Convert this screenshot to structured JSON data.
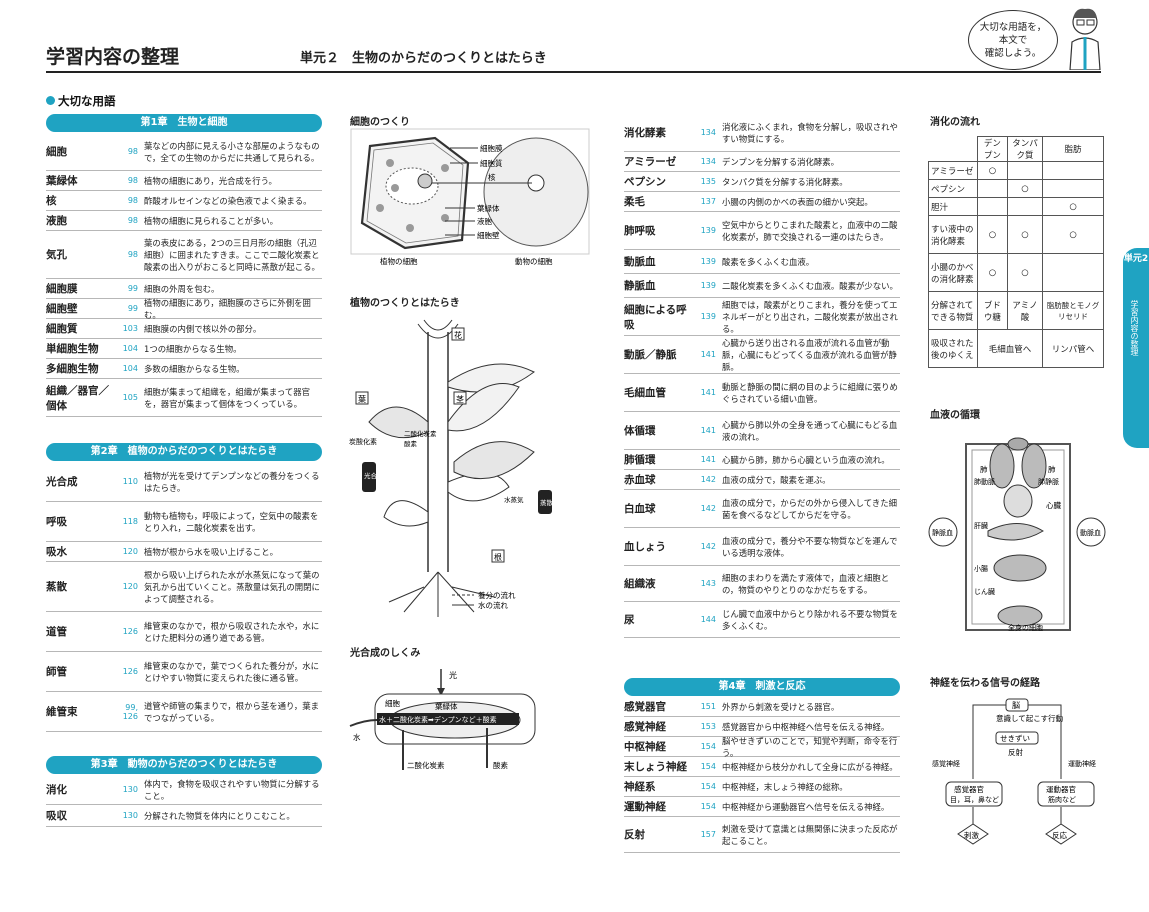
{
  "header": {
    "page_title": "学習内容の整理",
    "unit_title": "単元２　生物のからだのつくりとはたらき",
    "bubble_lines": [
      "大切な用語を，",
      "本文で",
      "確認しよう。"
    ]
  },
  "side_tab": {
    "number": "単元2",
    "label": "学習内容の整理"
  },
  "colors": {
    "accent": "#1fa3c2",
    "rule": "#222222"
  },
  "glossary": {
    "heading": "大切な用語",
    "chapters": [
      {
        "title": "第1章　生物と細胞",
        "terms": [
          {
            "term": "細胞",
            "page": "98",
            "desc": "葉などの内部に見える小さな部屋のようなもので，全ての生物のからだに共通して見られる。"
          },
          {
            "term": "葉緑体",
            "page": "98",
            "desc": "植物の細胞にあり，光合成を行う。"
          },
          {
            "term": "核",
            "page": "98",
            "desc": "酢酸オルセインなどの染色液でよく染まる。"
          },
          {
            "term": "液胞",
            "page": "98",
            "desc": "植物の細胞に見られることが多い。"
          },
          {
            "term": "気孔",
            "page": "98",
            "desc": "葉の表皮にある，2つの三日月形の細胞（孔辺細胞）に囲まれたすきま。ここで二酸化炭素と酸素の出入りがおこると同時に蒸散が起こる。"
          },
          {
            "term": "細胞膜",
            "page": "99",
            "desc": "細胞の外周を包む。"
          },
          {
            "term": "細胞壁",
            "page": "99",
            "desc": "植物の細胞にあり，細胞膜のさらに外側を囲む。"
          },
          {
            "term": "細胞質",
            "page": "103",
            "desc": "細胞膜の内側で核以外の部分。"
          },
          {
            "term": "単細胞生物",
            "page": "104",
            "desc": "1つの細胞からなる生物。"
          },
          {
            "term": "多細胞生物",
            "page": "104",
            "desc": "多数の細胞からなる生物。"
          },
          {
            "term": "組織／器官／個体",
            "page": "105",
            "desc": "細胞が集まって組織を，組織が集まって器官を，器官が集まって個体をつくっている。"
          }
        ]
      },
      {
        "title": "第2章　植物のからだのつくりとはたらき",
        "terms": [
          {
            "term": "光合成",
            "page": "110",
            "desc": "植物が光を受けてデンプンなどの養分をつくるはたらき。"
          },
          {
            "term": "呼吸",
            "page": "118",
            "desc": "動物も植物も，呼吸によって，空気中の酸素をとり入れ，二酸化炭素を出す。"
          },
          {
            "term": "吸水",
            "page": "120",
            "desc": "植物が根から水を吸い上げること。"
          },
          {
            "term": "蒸散",
            "page": "120",
            "desc": "根から吸い上げられた水が水蒸気になって葉の気孔から出ていくこと。蒸散量は気孔の開閉によって調整される。"
          },
          {
            "term": "道管",
            "page": "126",
            "desc": "維管束のなかで，根から吸収された水や，水にとけた肥料分の通り道である管。"
          },
          {
            "term": "師管",
            "page": "126",
            "desc": "維管束のなかで，葉でつくられた養分が，水にとけやすい物質に変えられた後に通る管。"
          },
          {
            "term": "維管束",
            "page": "99, 126",
            "desc": "道管や師管の集まりで，根から茎を通り，葉までつながっている。"
          }
        ]
      },
      {
        "title": "第3章　動物のからだのつくりとはたらき",
        "terms": [
          {
            "term": "消化",
            "page": "130",
            "desc": "体内で，食物を吸収されやすい物質に分解すること。"
          },
          {
            "term": "吸収",
            "page": "130",
            "desc": "分解された物質を体内にとりこむこと。"
          }
        ]
      }
    ],
    "col3_terms": [
      {
        "term": "消化酵素",
        "page": "134",
        "desc": "消化液にふくまれ，食物を分解し，吸収されやすい物質にする。"
      },
      {
        "term": "アミラーゼ",
        "page": "134",
        "desc": "デンプンを分解する消化酵素。"
      },
      {
        "term": "ペプシン",
        "page": "135",
        "desc": "タンパク質を分解する消化酵素。"
      },
      {
        "term": "柔毛",
        "page": "137",
        "desc": "小腸の内側のかべの表面の細かい突起。"
      },
      {
        "term": "肺呼吸",
        "page": "139",
        "desc": "空気中からとりこまれた酸素と，血液中の二酸化炭素が，肺で交換される一連のはたらき。"
      },
      {
        "term": "動脈血",
        "page": "139",
        "desc": "酸素を多くふくむ血液。"
      },
      {
        "term": "静脈血",
        "page": "139",
        "desc": "二酸化炭素を多くふくむ血液。酸素が少ない。"
      },
      {
        "term": "細胞による呼吸",
        "page": "139",
        "desc": "細胞では，酸素がとりこまれ，養分を使ってエネルギーがとり出され，二酸化炭素が放出される。"
      },
      {
        "term": "動脈／静脈",
        "page": "141",
        "desc": "心臓から送り出される血液が流れる血管が動脈，心臓にもどってくる血液が流れる血管が静脈。"
      },
      {
        "term": "毛細血管",
        "page": "141",
        "desc": "動脈と静脈の間に網の目のように組織に張りめぐらされている細い血管。"
      },
      {
        "term": "体循環",
        "page": "141",
        "desc": "心臓から肺以外の全身を通って心臓にもどる血液の流れ。"
      },
      {
        "term": "肺循環",
        "page": "141",
        "desc": "心臓から肺，肺から心臓という血液の流れ。"
      },
      {
        "term": "赤血球",
        "page": "142",
        "desc": "血液の成分で，酸素を運ぶ。"
      },
      {
        "term": "白血球",
        "page": "142",
        "desc": "血液の成分で，からだの外から侵入してきた細菌を食べるなどしてからだを守る。"
      },
      {
        "term": "血しょう",
        "page": "142",
        "desc": "血液の成分で，養分や不要な物質などを運んでいる透明な液体。"
      },
      {
        "term": "組織液",
        "page": "143",
        "desc": "細胞のまわりを満たす液体で，血液と細胞との，物質のやりとりのなかだちをする。"
      },
      {
        "term": "尿",
        "page": "144",
        "desc": "じん臓で血液中からとり除かれる不要な物質を多くふくむ。"
      }
    ],
    "chapter4": {
      "title": "第4章　刺激と反応",
      "terms": [
        {
          "term": "感覚器官",
          "page": "151",
          "desc": "外界から刺激を受けとる器官。"
        },
        {
          "term": "感覚神経",
          "page": "153",
          "desc": "感覚器官から中枢神経へ信号を伝える神経。"
        },
        {
          "term": "中枢神経",
          "page": "154",
          "desc": "脳やせきずいのことで，知覚や判断，命令を行う。"
        },
        {
          "term": "末しょう神経",
          "page": "154",
          "desc": "中枢神経から枝分かれして全身に広がる神経。"
        },
        {
          "term": "神経系",
          "page": "154",
          "desc": "中枢神経，末しょう神経の総称。"
        },
        {
          "term": "運動神経",
          "page": "154",
          "desc": "中枢神経から運動器官へ信号を伝える神経。"
        },
        {
          "term": "反射",
          "page": "157",
          "desc": "刺激を受けて意識とは無関係に決まった反応が起こること。"
        }
      ]
    }
  },
  "figures": {
    "cell": {
      "title": "細胞のつくり",
      "labels": [
        "細胞膜",
        "細胞質",
        "核",
        "葉緑体",
        "液胞",
        "細胞壁"
      ],
      "plant_caption": "植物の細胞",
      "animal_caption": "動物の細胞"
    },
    "plant": {
      "title": "植物のつくりとはたらき",
      "labels": [
        "花",
        "葉",
        "茎",
        "根"
      ],
      "boxes": [
        "炭酸化素",
        "二酸化炭素",
        "酸素",
        "光合成",
        "水蒸気",
        "蒸散"
      ],
      "legend_nutrient": "養分の流れ",
      "legend_water": "水の流れ"
    },
    "photosynthesis": {
      "title": "光合成のしくみ",
      "light": "光",
      "cell": "細胞",
      "chloroplast": "葉緑体",
      "equation": "水＋二酸化炭素➡デンプンなど＋酸素",
      "water": "水",
      "co2": "二酸化炭素",
      "o2": "酸素"
    },
    "digestion": {
      "title": "消化の流れ",
      "columns": [
        "デンプン",
        "タンパク質",
        "脂肪"
      ],
      "rows": [
        {
          "label": "アミラーゼ",
          "cells": [
            "○",
            "",
            ""
          ]
        },
        {
          "label": "ペプシン",
          "cells": [
            "",
            "○",
            ""
          ]
        },
        {
          "label": "胆汁",
          "cells": [
            "",
            "",
            "○"
          ]
        },
        {
          "label": "すい液中の消化酵素",
          "cells": [
            "○",
            "○",
            "○"
          ]
        },
        {
          "label": "小腸のかべの消化酵素",
          "cells": [
            "○",
            "○",
            ""
          ]
        },
        {
          "label": "分解されてできる物質",
          "cells": [
            "ブドウ糖",
            "アミノ酸",
            "脂肪酸とモノグリセリド"
          ]
        }
      ],
      "last_row": {
        "label": "吸収された後のゆくえ",
        "a": "毛細血管へ",
        "b": "リンパ管へ"
      }
    },
    "blood": {
      "title": "血液の循環",
      "labels": [
        "肺",
        "肺",
        "肺動脈",
        "肺静脈",
        "心臓",
        "静脈血",
        "動脈血",
        "肝臓",
        "小腸",
        "じん臓",
        "全身の細胞"
      ]
    },
    "nerve": {
      "title": "神経を伝わる信号の経路",
      "brain": "脳",
      "conscious": "意識して起こす行動",
      "spine": "せきずい",
      "reflex": "反射",
      "sensory_nerve": "感覚神経",
      "motor_nerve": "運動神経",
      "sense_organ": "感覚器官",
      "sense_examples": "目，耳，鼻など",
      "motor_organ": "運動器官",
      "motor_examples": "筋肉など",
      "stimulus": "刺激",
      "response": "反応"
    }
  }
}
